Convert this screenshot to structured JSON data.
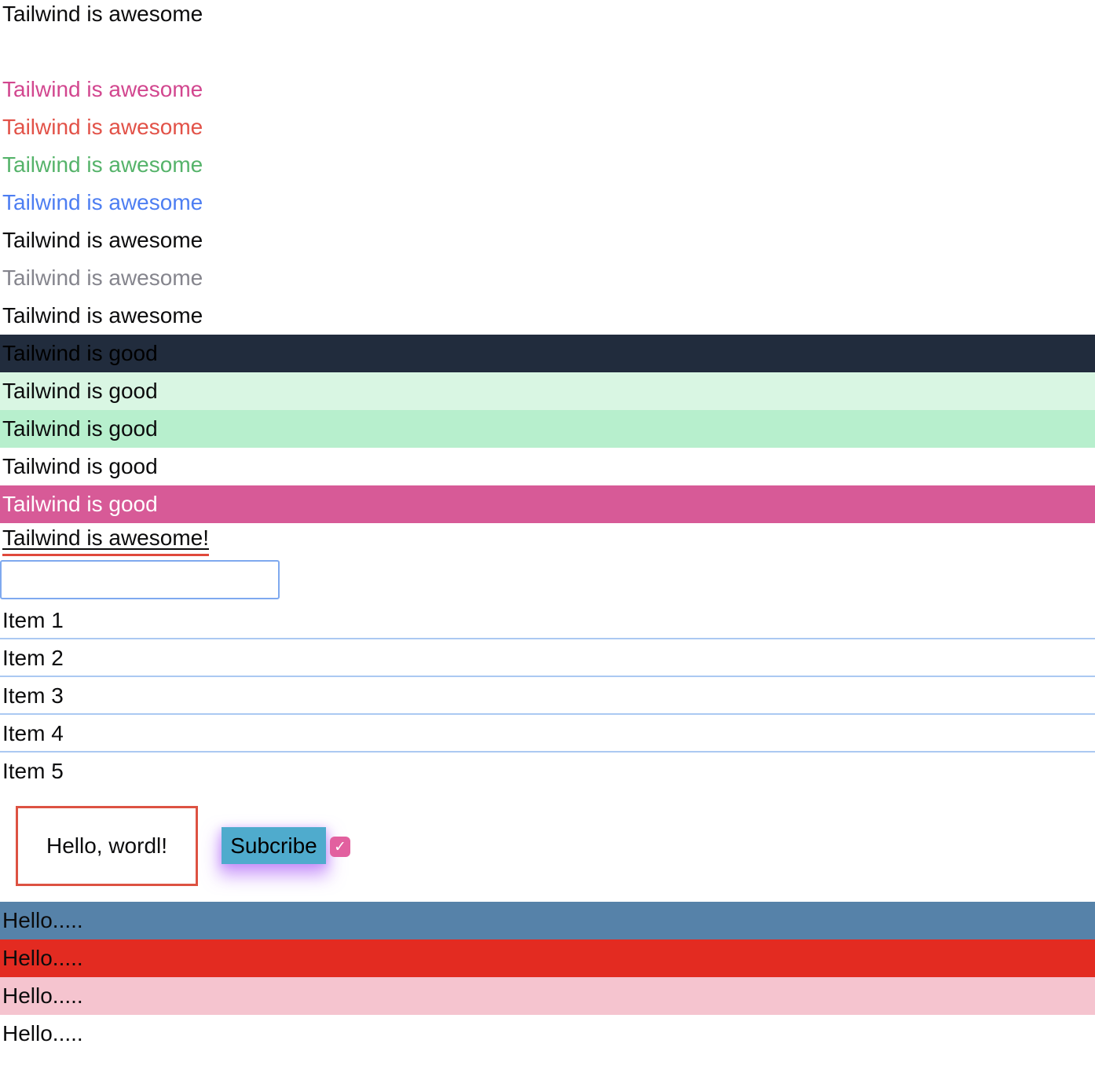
{
  "heading": {
    "text": "Tailwind is awesome"
  },
  "colored_lines": [
    {
      "text": "Tailwind is awesome",
      "color": "#d2478f"
    },
    {
      "text": "Tailwind is awesome",
      "color": "#e25248"
    },
    {
      "text": "Tailwind is awesome",
      "color": "#55b36a"
    },
    {
      "text": "Tailwind is awesome",
      "color": "#4d7ef2"
    },
    {
      "text": "Tailwind is awesome",
      "color": "#0c0c0d"
    },
    {
      "text": "Tailwind is awesome",
      "color": "#85858d"
    },
    {
      "text": "Tailwind is awesome",
      "color": "#0c0c0d"
    }
  ],
  "bars": [
    {
      "text": "Tailwind is good",
      "bg": "#212c3d",
      "color": "#000000"
    },
    {
      "text": "Tailwind is good",
      "bg": "#d9f6e3",
      "color": "#0c0c0d"
    },
    {
      "text": "Tailwind is good",
      "bg": "#b7efcd",
      "color": "#0c0c0d"
    },
    {
      "text": "Tailwind is good",
      "bg": "#ffffff",
      "color": "#0c0c0d"
    },
    {
      "text": "Tailwind is good",
      "bg": "#d75a97",
      "color": "#ffffff"
    }
  ],
  "underlined_line": {
    "text": "Tailwind is awesome!",
    "underline_color": "#e0493b"
  },
  "text_input": {
    "value": "",
    "placeholder": "",
    "border_color": "#7fa9ef"
  },
  "items": [
    {
      "text": "Item 1"
    },
    {
      "text": "Item 2"
    },
    {
      "text": "Item 3"
    },
    {
      "text": "Item 4"
    },
    {
      "text": "Item 5"
    }
  ],
  "hello_box": {
    "text": "Hello, wordl!",
    "border_color": "#dd5242"
  },
  "subscribe": {
    "label": "Subcribe",
    "bg": "#4fabcd",
    "shadow_color": "#a855f7"
  },
  "checkbox": {
    "checked": true,
    "check_glyph": "✓",
    "bg": "#e2609f"
  },
  "bottom_rows": [
    {
      "text": "Hello.....",
      "bg": "#5682a9",
      "color": "#0c0c0d"
    },
    {
      "text": "Hello.....",
      "bg": "#e32b21",
      "color": "#0c0c0d"
    },
    {
      "text": "Hello.....",
      "bg": "#f5c4cf",
      "color": "#0c0c0d"
    },
    {
      "text": "Hello.....",
      "bg": "#ffffff",
      "color": "#0c0c0d"
    }
  ]
}
